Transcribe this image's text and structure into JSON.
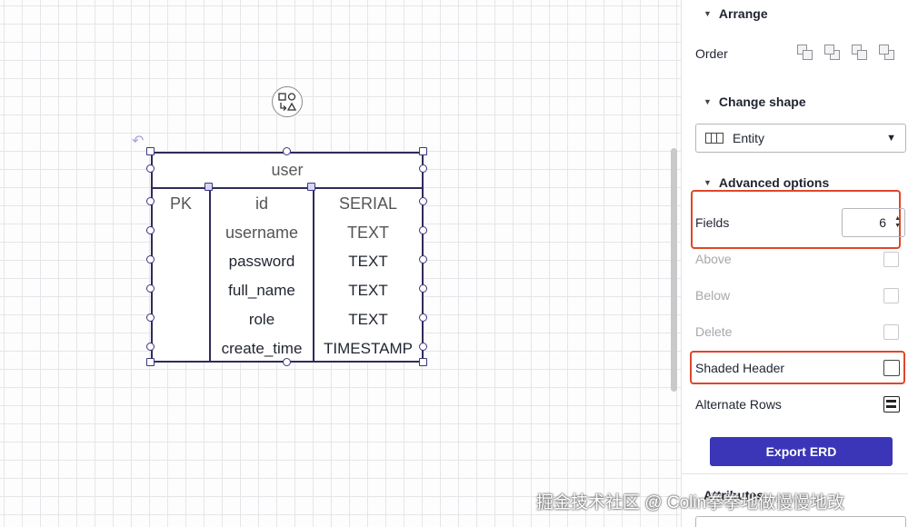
{
  "entity": {
    "title": "user",
    "rows": [
      {
        "key": "PK",
        "name": "id",
        "type": "SERIAL"
      },
      {
        "key": "",
        "name": "username",
        "type": "TEXT"
      },
      {
        "key": "",
        "name": "password",
        "type": "TEXT"
      },
      {
        "key": "",
        "name": "full_name",
        "type": "TEXT"
      },
      {
        "key": "",
        "name": "role",
        "type": "TEXT"
      },
      {
        "key": "",
        "name": "create_time",
        "type": "TIMESTAMP"
      }
    ]
  },
  "panel": {
    "arrange": {
      "title": "Arrange",
      "order_label": "Order"
    },
    "change_shape": {
      "title": "Change shape",
      "selected": "Entity"
    },
    "advanced": {
      "title": "Advanced options",
      "fields_label": "Fields",
      "fields_value": "6",
      "above_label": "Above",
      "below_label": "Below",
      "delete_label": "Delete",
      "shaded_header_label": "Shaded Header",
      "alternate_rows_label": "Alternate Rows"
    },
    "export_label": "Export ERD",
    "next_section_title": "Attributes"
  },
  "watermark": "掘金技术社区 @ Colin拳拳地做慢慢地改",
  "colors": {
    "accent": "#3b35b7",
    "highlight": "#e0462a",
    "entity_border": "#2f2b5a"
  }
}
